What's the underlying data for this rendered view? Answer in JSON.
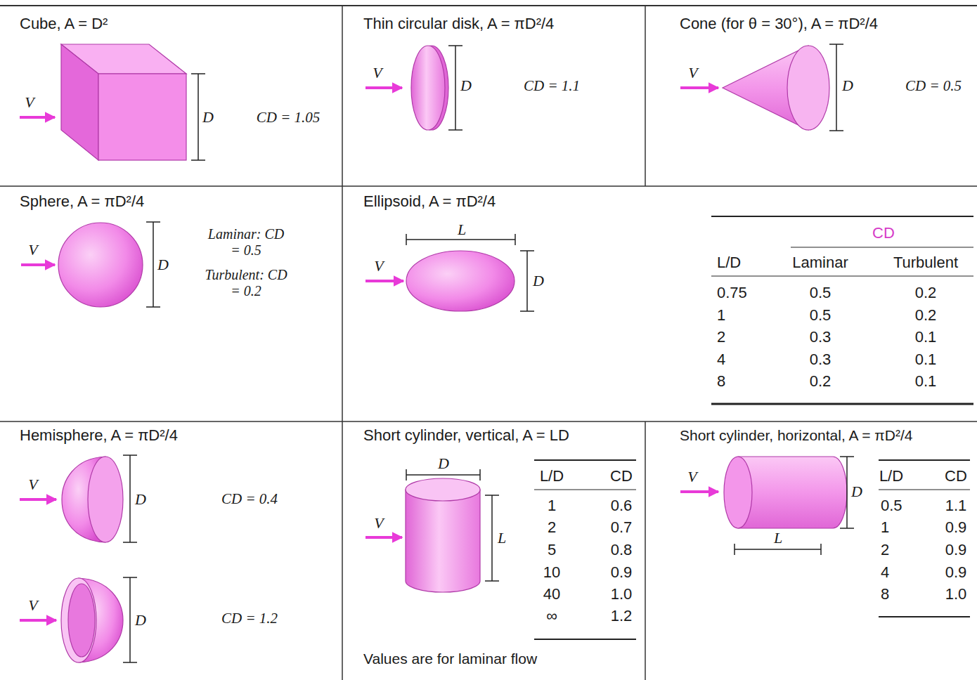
{
  "diagram": {
    "nodes": [
      {
        "text": [
          "Cube, A = D²",
          "CD = 1.05"
        ]
      },
      {
        "text": [
          "Thin circular disk, A = πD²/4",
          "CD = 1.1"
        ]
      },
      {
        "text": [
          "Cone (for θ = 30°), A = πD²/4",
          "CD = 0.5"
        ]
      },
      {
        "text": [
          "Sphere, A = πD²/4",
          "Laminar: CD = 0.5",
          "Turbulent: CD = 0.2"
        ]
      },
      {
        "text": [
          "Ellipsoid, A = πD²/4"
        ]
      },
      {
        "text": [
          "Hemisphere, A = πD²/4",
          "CD = 0.4",
          "CD = 1.2"
        ]
      },
      {
        "text": [
          "Short cylinder, vertical, A = LD"
        ]
      },
      {
        "text": [
          "Short cylinder, horizontal, A = πD²/4"
        ]
      }
    ],
    "labels": [
      "V",
      "D",
      "V",
      "D",
      "V",
      "D",
      "V",
      "D",
      "L",
      "V",
      "D",
      "CD",
      "L/D",
      "Laminar",
      "Turbulent",
      "0.75",
      "0.5",
      "0.2",
      "1",
      "0.5",
      "0.2",
      "2",
      "0.3",
      "0.1",
      "4",
      "0.3",
      "0.1",
      "8",
      "0.2",
      "0.1",
      "V",
      "D",
      "V",
      "D",
      "D",
      "L",
      "V",
      "L/D",
      "CD",
      "1",
      "0.6",
      "2",
      "0.7",
      "5",
      "0.8",
      "10",
      "0.9",
      "40",
      "1.0",
      "∞",
      "1.2",
      "Values are for laminar flow",
      "V",
      "D",
      "L",
      "L/D",
      "CD",
      "0.5",
      "1.1",
      "1",
      "0.9",
      "2",
      "0.9",
      "4",
      "0.9",
      "8",
      "1.0"
    ]
  }
}
